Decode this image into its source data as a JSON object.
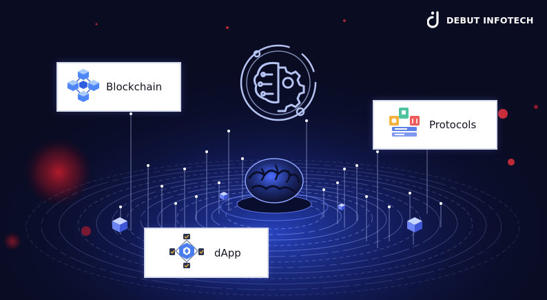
{
  "brand": {
    "name": "DEBUT INFOTECH",
    "logo_icon": "debut-infotech-logo"
  },
  "nodes": [
    {
      "id": "blockchain",
      "label": "Blockchain",
      "icon": "blockchain-cubes-icon"
    },
    {
      "id": "protocols",
      "label": "Protocols",
      "icon": "protocols-stack-icon"
    },
    {
      "id": "dapp",
      "label": "dApp",
      "icon": "dapp-network-icon"
    }
  ],
  "center": {
    "icon": "ai-brain-gear-icon"
  },
  "colors": {
    "background": "#0a0c22",
    "glow": "#2b4bd6",
    "ring": "#9fb4ff",
    "accent_red": "#c21c2c",
    "card_background": "#ffffff",
    "card_text": "#111320"
  }
}
